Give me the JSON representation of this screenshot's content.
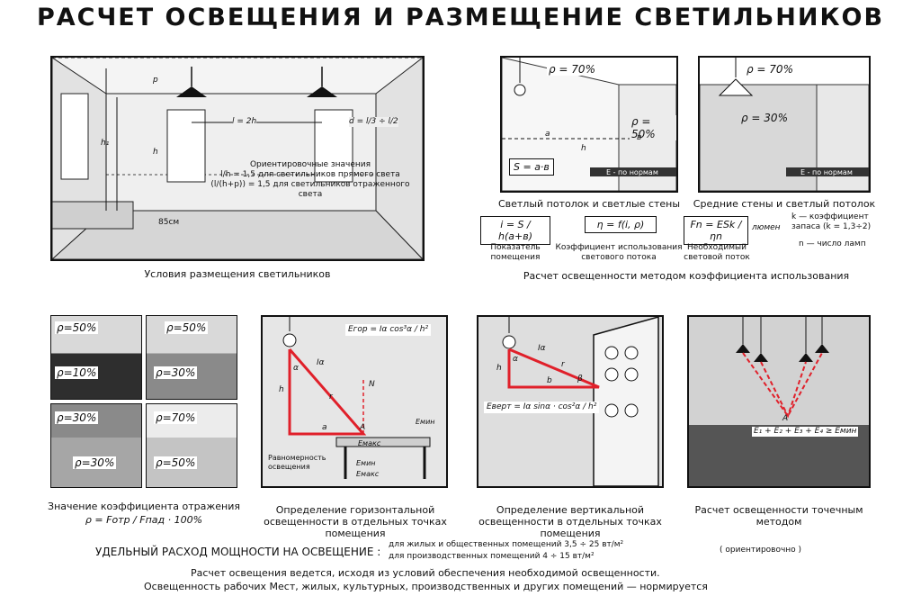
{
  "title": "РАСЧЕТ ОСВЕЩЕНИЯ И РАЗМЕЩЕНИЕ СВЕТИЛЬНИКОВ",
  "panel1": {
    "caption": "Условия размещения светильников",
    "labels": {
      "p": "p",
      "h1": "h₁",
      "h": "h",
      "l": "l = 2h",
      "d": "d = l/3 ÷ l/2",
      "cm": "85см"
    },
    "note_title": "Ориентировочные значения",
    "note_line1": "l/h = 1,5 для светильников прямого света",
    "note_line2": "(l/(h+p)) = 1,5 для светильников отраженного света"
  },
  "panel2": {
    "caption": "Светлый потолок и светлые стены",
    "rho_top": "ρ = 70%",
    "rho_wall": "ρ = 50%",
    "a": "a",
    "b": "в",
    "h": "h",
    "area": "S = a·в",
    "table_label": "E - по нормам"
  },
  "panel3": {
    "caption": "Средние стены и светлый потолок",
    "rho_top": "ρ = 70%",
    "rho_wall": "ρ = 30%",
    "table_label": "E - по нормам"
  },
  "formulas": {
    "index": "i = S / h(a+в)",
    "index_label": "Показатель помещения",
    "eta": "η = f(i, ρ)",
    "eta_label": "Коэффициент использования светового потока",
    "flux": "Fn = ESk / ηn",
    "flux_unit": "люмен",
    "flux_label": "Необходимый световой поток",
    "k_label": "k — коэффициент запаса (k = 1,3÷2)",
    "n_label": "n — число ламп",
    "section_caption": "Расчет освещенности методом коэффициента использования"
  },
  "panel4": {
    "quadrants": [
      {
        "top": "ρ=50%",
        "bottom": "ρ=10%"
      },
      {
        "top": "ρ=50%",
        "bottom": "ρ=30%"
      },
      {
        "top": "ρ=30%",
        "bottom": "ρ=30%"
      },
      {
        "top": "ρ=70%",
        "bottom": "ρ=50%"
      }
    ],
    "caption": "Значение коэффициента отражения",
    "formula": "ρ = Fотр / Fпад · 100%"
  },
  "panel5": {
    "formula": "Eгор = Iα cos³α / h²",
    "labels": {
      "I": "Iα",
      "h": "h",
      "r": "r",
      "a": "a",
      "alpha": "α",
      "N": "N",
      "A": "A",
      "emin": "Eмин",
      "emax": "Eмакс"
    },
    "uniform": "Равномерность освещения",
    "emin2": "Eмин",
    "emax2": "Eмакс",
    "caption": "Определение горизонтальной освещенности в отдельных точках помещения"
  },
  "panel6": {
    "formula": "Eверт = Iα sinα · cos²α / h²",
    "labels": {
      "I": "Iα",
      "h": "h",
      "r": "r",
      "b": "b",
      "alpha": "α",
      "beta": "β"
    },
    "caption": "Определение вертикальной освещенности в отдельных точках помещения"
  },
  "panel7": {
    "formula": "E₁ + E₂ + E₃ + E₄ ≥ Eмин",
    "point": "A",
    "caption": "Расчет освещенности точечным методом"
  },
  "bottom": {
    "heading": "УДЕЛЬНЫЙ РАСХОД МОЩНОСТИ НА ОСВЕЩЕНИЕ :",
    "line1": "для жилых и общественных помещений 3,5 ÷ 25 вт/м²",
    "line2": "для производственных помещений 4 ÷ 15 вт/м²",
    "note": "( ориентировочно )",
    "footer1": "Расчет освещения ведется, исходя из условий обеспечения необходимой освещенности.",
    "footer2": "Освещенность рабочих Мест, жилых, культурных, производственных и других помещений — нормируется"
  }
}
